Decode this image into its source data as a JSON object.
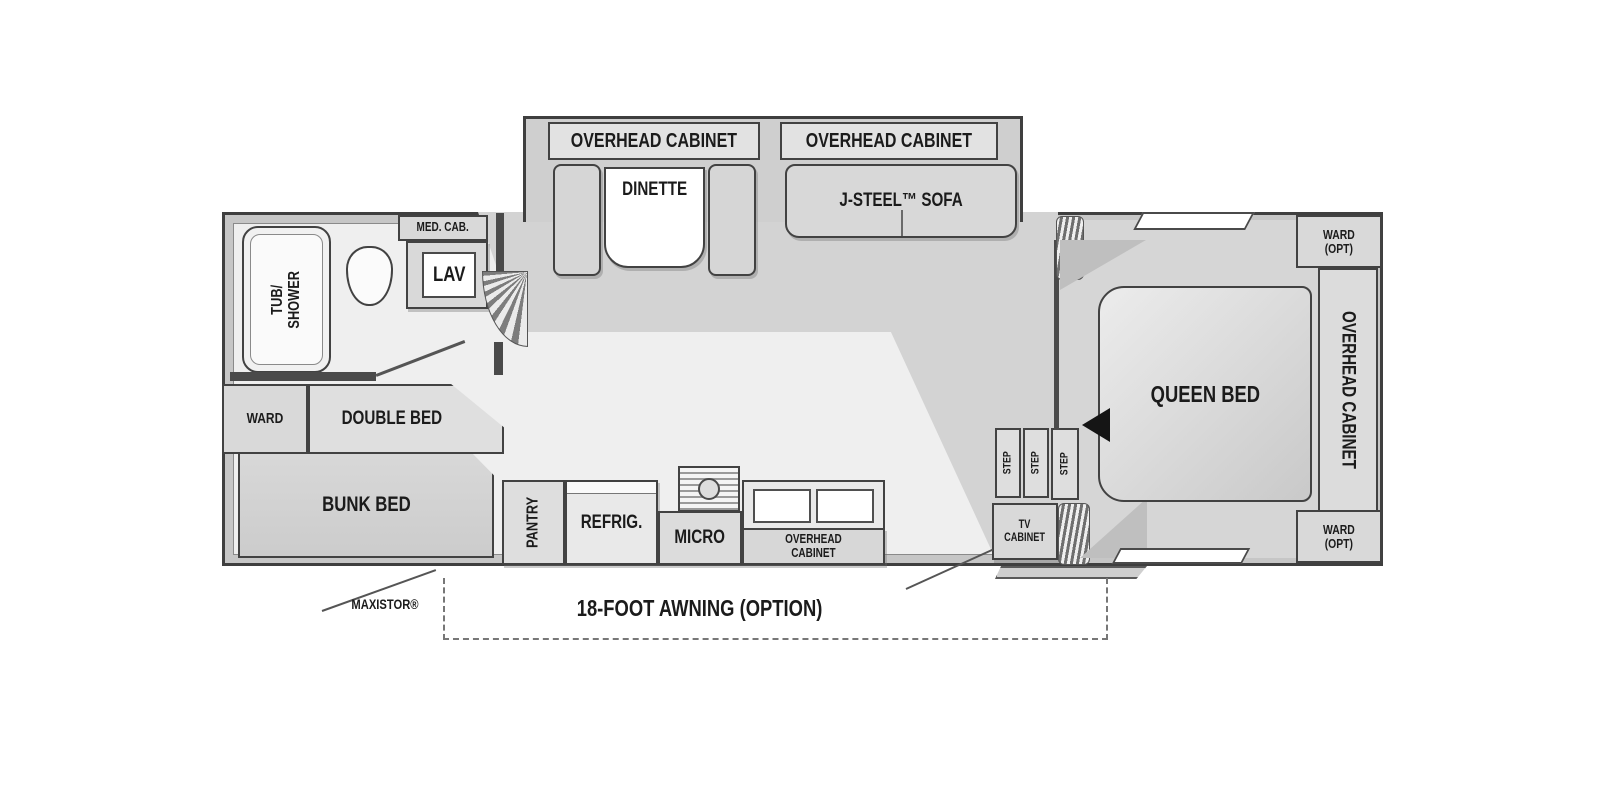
{
  "slideout": {
    "overhead_cabinet_left": "OVERHEAD CABINET",
    "overhead_cabinet_right": "OVERHEAD CABINET",
    "dinette": "DINETTE",
    "sofa": "J-STEEL™ SOFA"
  },
  "bathroom": {
    "tub_shower": "TUB/\nSHOWER",
    "med_cab": "MED. CAB.",
    "lav": "LAV"
  },
  "front_bedroom": {
    "ward": "WARD",
    "double_bed": "DOUBLE BED",
    "bunk_bed": "BUNK BED"
  },
  "kitchen": {
    "pantry": "PANTRY",
    "refrig": "REFRIG.",
    "micro": "MICRO",
    "overhead_cabinet": "OVERHEAD\nCABINET"
  },
  "entry": {
    "tv_cabinet": "TV\nCABINET",
    "steps": [
      "STEP",
      "STEP",
      "STEP"
    ]
  },
  "rear_bedroom": {
    "queen_bed": "QUEEN BED",
    "overhead_cabinet": "OVERHEAD CABINET",
    "ward_opt_top": "WARD\n(OPT)",
    "ward_opt_bottom": "WARD\n(OPT)"
  },
  "annotations": {
    "awning": "18-FOOT AWNING (OPTION)",
    "maxistor": "MAXISTOR®"
  },
  "colors": {
    "wall": "#3f3f3f",
    "wall_fill": "#c6c6c6",
    "floor_light": "#efefef",
    "floor_dark": "#d3d3d3",
    "furniture": "#dcdcdc",
    "accent_black": "#151515"
  }
}
